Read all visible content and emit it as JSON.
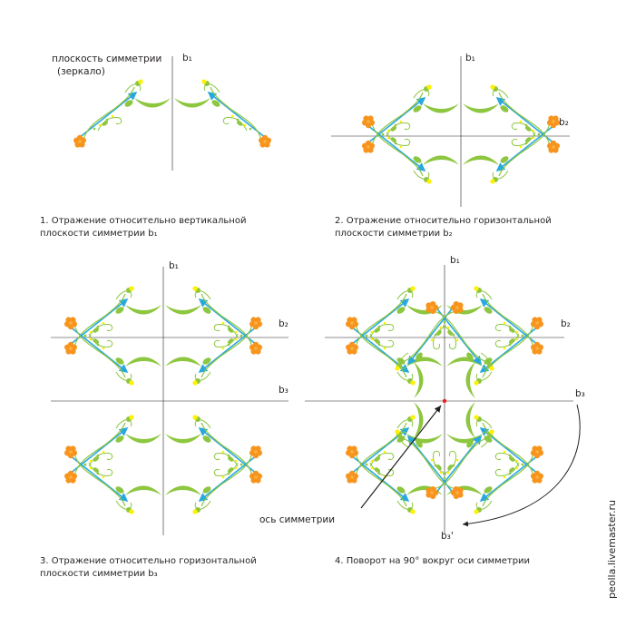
{
  "mirror_label_line1": "плоскость симметрии",
  "mirror_label_line2": "(зеркало)",
  "axis": {
    "b1": "b₁",
    "b2": "b₂",
    "b3": "b₃",
    "b3p": "b₃'"
  },
  "captions": {
    "c1_line1": "1. Отражение относительно вертикальной",
    "c1_line2": "плоскости симметрии b₁",
    "c2_line1": "2. Отражение относительно горизонтальной",
    "c2_line2": "плоскости симметрии b₂",
    "c3_line1": "3. Отражение относительно горизонтальной",
    "c3_line2": "плоскости симметрии b₃",
    "c4": "4. Поворот на 90° вокруг оси симметрии"
  },
  "axis_label": "ось симметрии",
  "watermark": "peolla.livemaster.ru",
  "colors": {
    "line": "#29a8df",
    "leaf": "#8dc63f",
    "flower": "#f7941d",
    "bud": "#fff200",
    "ink": "#231f20"
  }
}
